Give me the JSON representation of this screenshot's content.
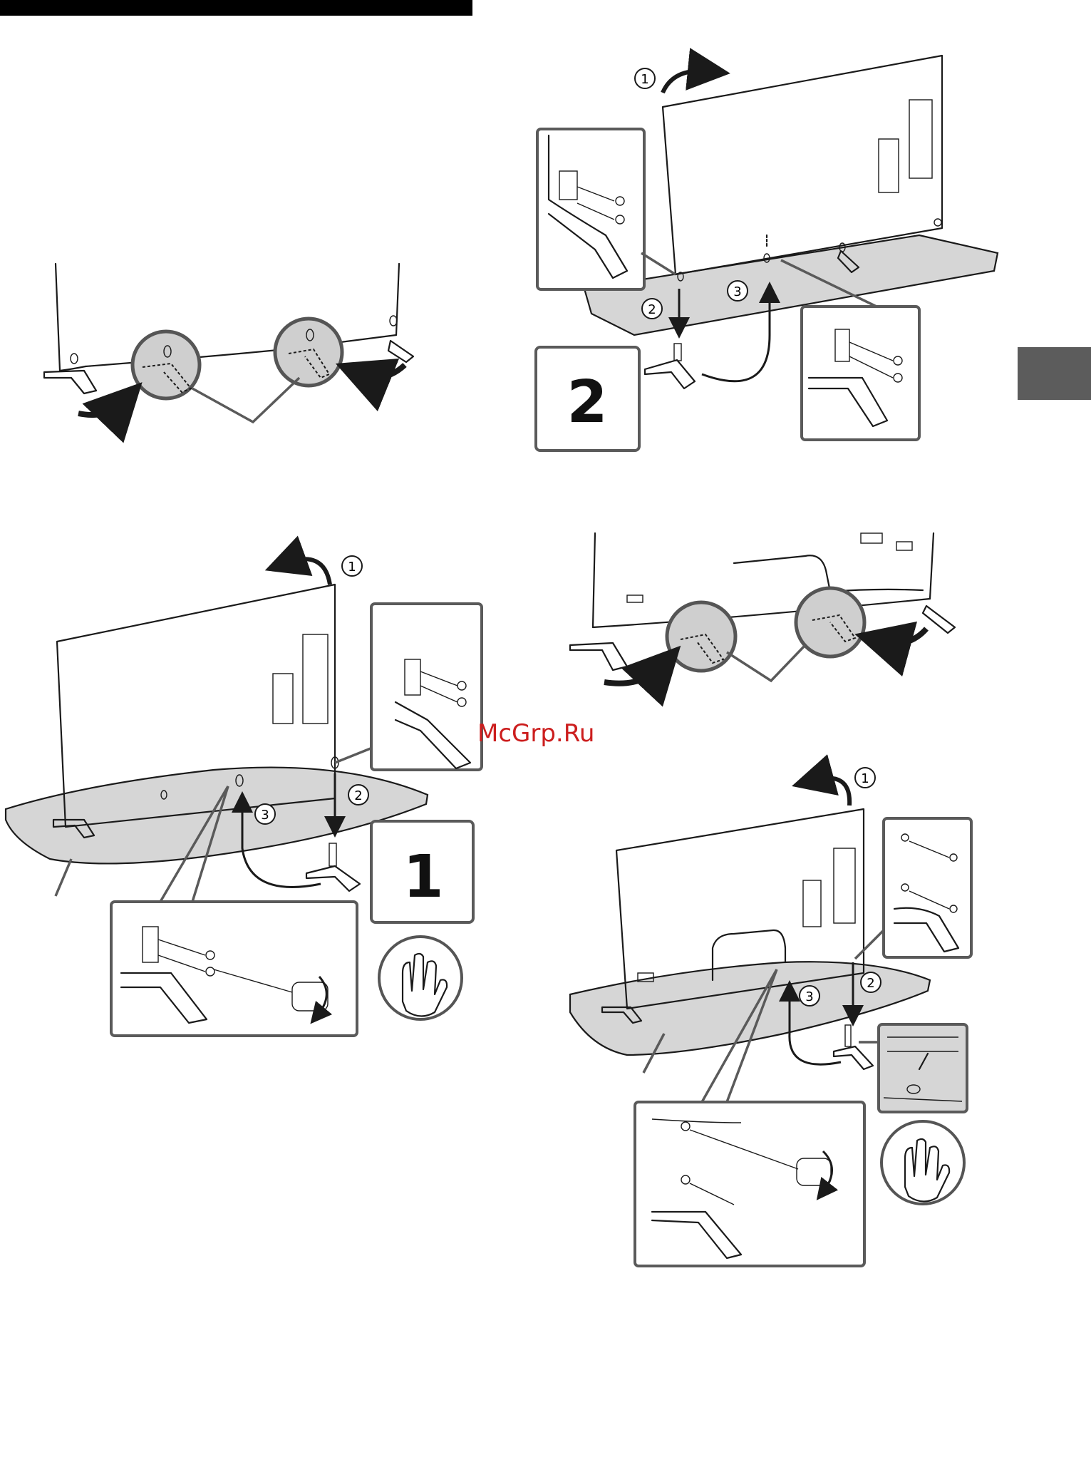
{
  "step_labels": {
    "step_2": "2",
    "step_1": "1"
  },
  "callout_numbers": {
    "one": "①",
    "two": "②",
    "three": "③"
  },
  "watermark": "McGrp.Ru",
  "colors": {
    "accent_tab": "#5c5c5c",
    "header_bar": "#000000",
    "panel_border": "#5a5a5a",
    "watermark": "#cc1e1e"
  },
  "icons": [
    "tv-rear-icon",
    "stand-leg-icon",
    "screw-icon",
    "screwdriver-icon",
    "hand-caution-icon",
    "curved-arrow-icon"
  ]
}
